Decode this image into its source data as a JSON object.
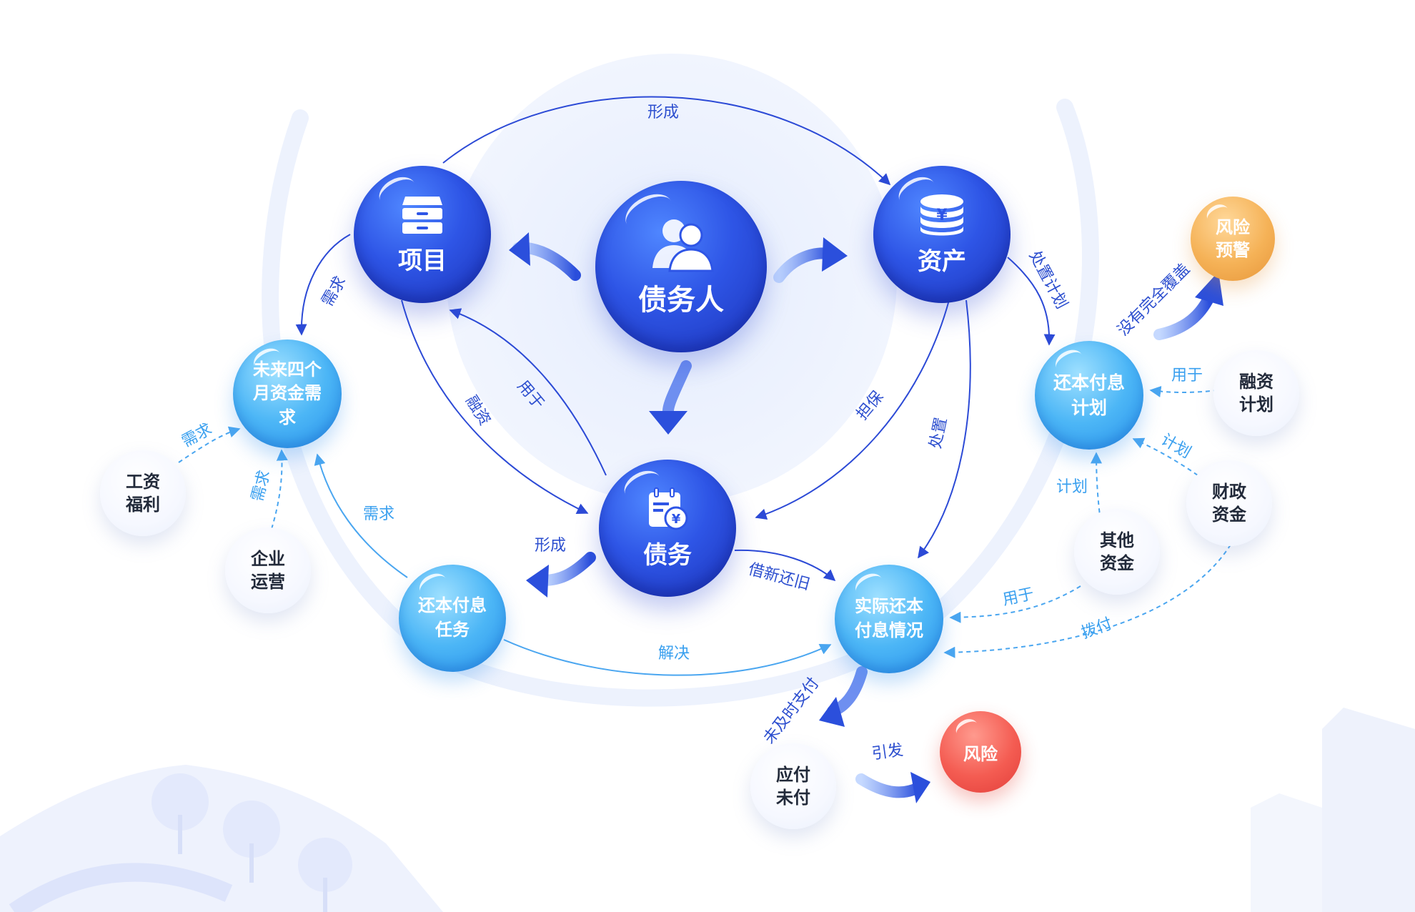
{
  "colors": {
    "dark_blue": "#2e55e6",
    "light_blue": "#4cb6f6",
    "arrow_dark": "#2c4ad6",
    "arrow_light": "#4aa6f0",
    "orange": "#f5b257",
    "red": "#f45c52"
  },
  "nodes": {
    "debtor": "债务人",
    "project": "项目",
    "asset": "资产",
    "debt": "债务",
    "future_demand": "未来四个月资金需求",
    "repay_plan": "还本付息计划",
    "repay_task": "还本付息任务",
    "actual_repay": "实际还本付息情况",
    "salary": "工资福利",
    "operation": "企业运营",
    "financing_plan": "融资计划",
    "fiscal_fund": "财政资金",
    "other_fund": "其他资金",
    "unpaid": "应付未付",
    "risk_warning": "风险预警",
    "risk": "风险"
  },
  "edge_labels": {
    "form_top": "形成",
    "demand_project": "需求",
    "financing": "融资",
    "use_for": "用于",
    "guarantee": "担保",
    "dispose": "处置",
    "dispose_plan": "处置计划",
    "form_task": "形成",
    "demand_task": "需求",
    "demand_salary": "需求",
    "demand_operation": "需求",
    "refinance": "借新还旧",
    "resolve": "解决",
    "not_covered": "没有完全覆盖",
    "use_financing": "用于",
    "plan_fiscal": "计划",
    "plan_other": "计划",
    "use_other": "用于",
    "allocate": "拨付",
    "late_payment": "未及时支付",
    "trigger": "引发"
  },
  "icons": {
    "debtor": "people-icon",
    "project": "cabinet-icon",
    "asset": "coin-stack-icon",
    "debt": "calendar-yuan-icon"
  }
}
